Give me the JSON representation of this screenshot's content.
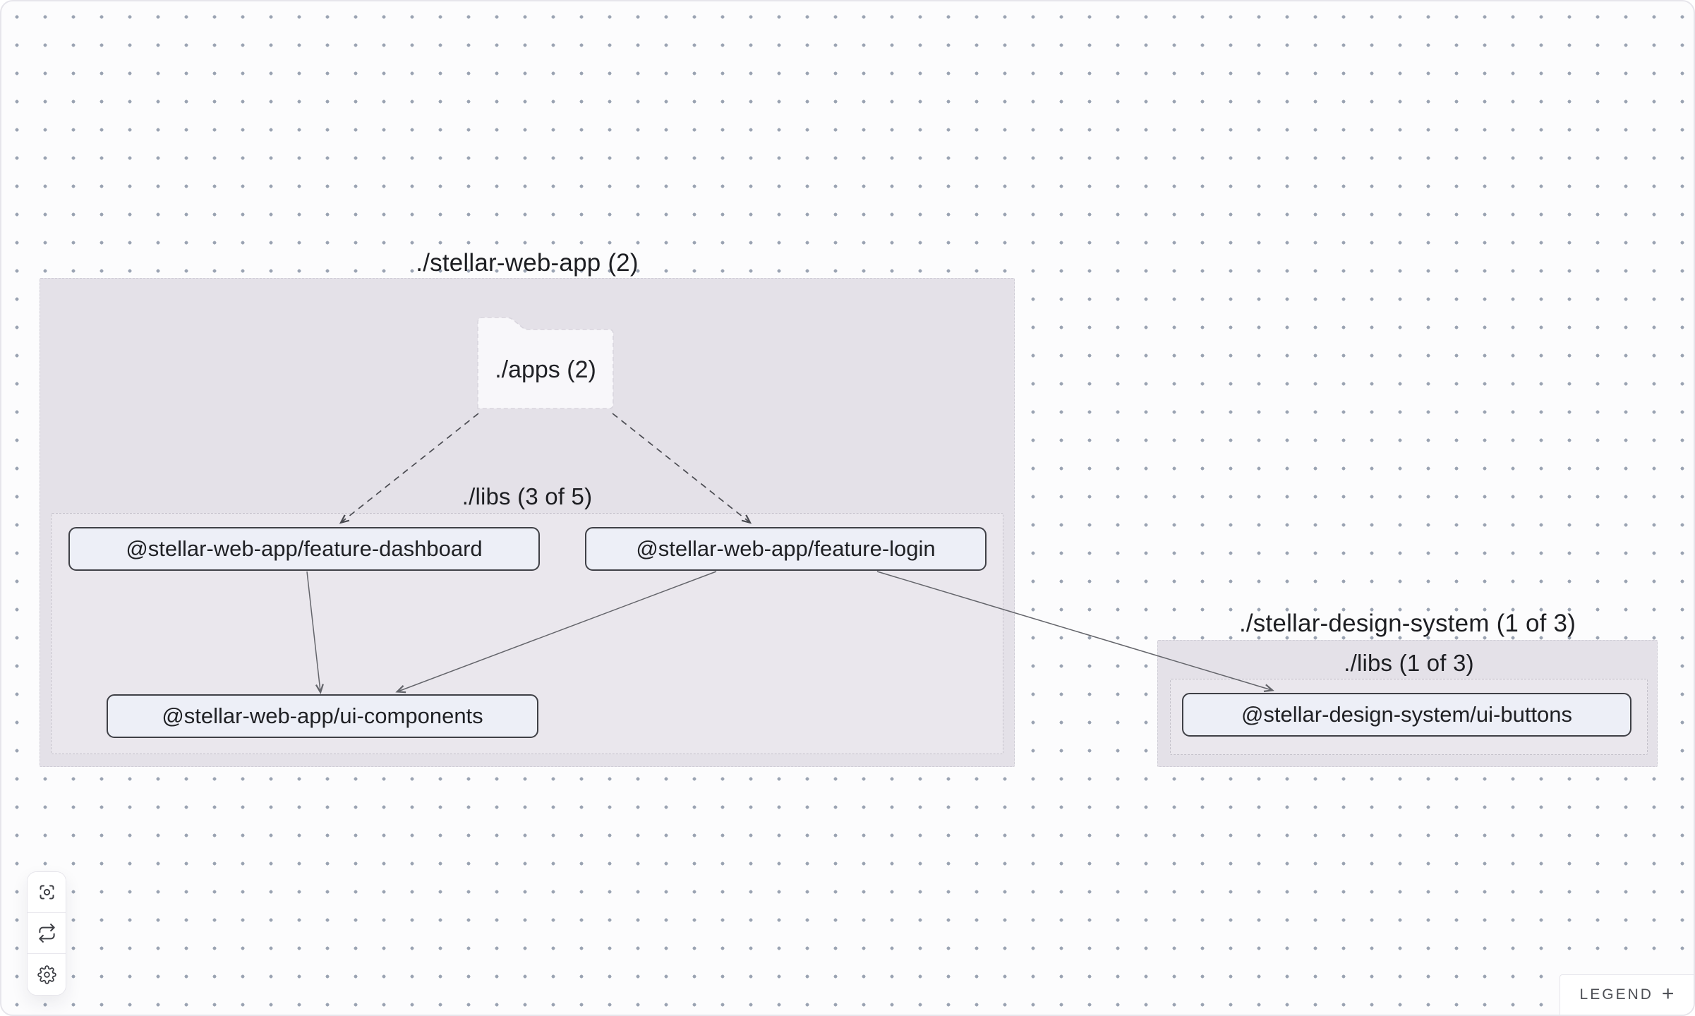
{
  "groups": [
    {
      "id": "stellar-web-app",
      "title": "./stellar-web-app (2)"
    },
    {
      "id": "stellar-design-system",
      "title": "./stellar-design-system (1 of 3)"
    }
  ],
  "subgroups": [
    {
      "id": "stellar-web-app-libs",
      "title": "./libs (3 of 5)"
    },
    {
      "id": "stellar-design-system-libs",
      "title": "./libs (1 of 3)"
    }
  ],
  "folder_node": {
    "label": "./apps (2)"
  },
  "nodes": [
    {
      "label": "@stellar-web-app/feature-dashboard"
    },
    {
      "label": "@stellar-web-app/feature-login"
    },
    {
      "label": "@stellar-web-app/ui-components"
    },
    {
      "label": "@stellar-design-system/ui-buttons"
    }
  ],
  "edges": [
    {
      "from": "./apps (2)",
      "to": "@stellar-web-app/feature-dashboard",
      "style": "dashed"
    },
    {
      "from": "./apps (2)",
      "to": "@stellar-web-app/feature-login",
      "style": "dashed"
    },
    {
      "from": "@stellar-web-app/feature-dashboard",
      "to": "@stellar-web-app/ui-components",
      "style": "solid"
    },
    {
      "from": "@stellar-web-app/feature-login",
      "to": "@stellar-web-app/ui-components",
      "style": "solid"
    },
    {
      "from": "@stellar-web-app/feature-login",
      "to": "@stellar-design-system/ui-buttons",
      "style": "solid"
    }
  ],
  "controls": {
    "buttons": [
      {
        "icon": "focus-icon"
      },
      {
        "icon": "refresh-icon"
      },
      {
        "icon": "gear-icon"
      }
    ]
  },
  "legend": {
    "label": "LEGEND",
    "expand_symbol": "+"
  },
  "colors": {
    "canvas_bg": "#fcfcfd",
    "canvas_border": "#e6e5eb",
    "dot_grid": "#9aa3b2",
    "group_bg": "#e4e1e8",
    "node_bg": "#edeff7",
    "node_border": "#3f4046",
    "edge_solid": "#64656b",
    "edge_dashed": "#4a4b51"
  }
}
